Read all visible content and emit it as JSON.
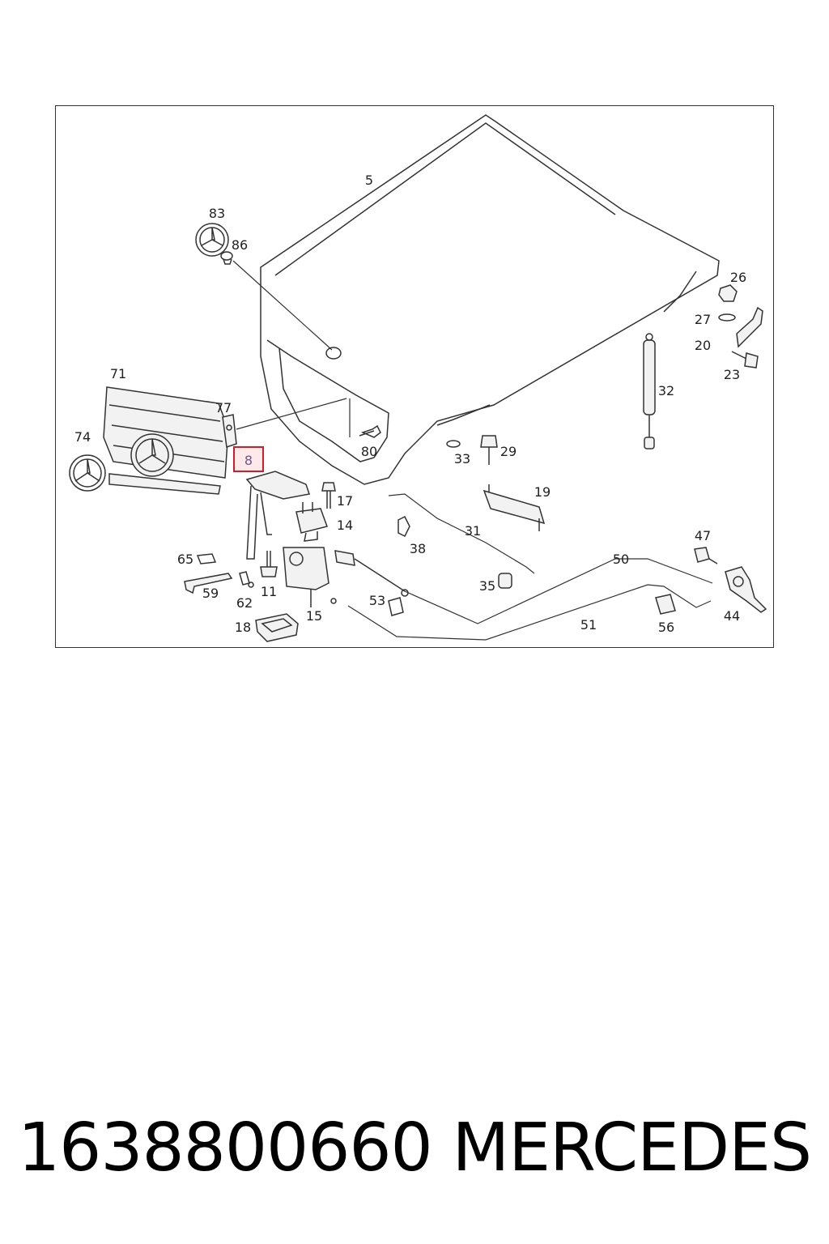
{
  "diagram": {
    "highlight_label": "8",
    "callouts": {
      "c5": "5",
      "c83": "83",
      "c86": "86",
      "c26": "26",
      "c27": "27",
      "c20": "20",
      "c23": "23",
      "c32": "32",
      "c71": "71",
      "c77": "77",
      "c74": "74",
      "c80": "80",
      "c33": "33",
      "c29": "29",
      "c17": "17",
      "c19": "19",
      "c14": "14",
      "c31": "31",
      "c38": "38",
      "c65": "65",
      "c47": "47",
      "c50": "50",
      "c11": "11",
      "c59": "59",
      "c35": "35",
      "c62": "62",
      "c53": "53",
      "c15": "15",
      "c18": "18",
      "c51": "51",
      "c56": "56",
      "c44": "44"
    }
  },
  "footer": {
    "part_number": "1638800660",
    "brand": "MERCEDES"
  }
}
